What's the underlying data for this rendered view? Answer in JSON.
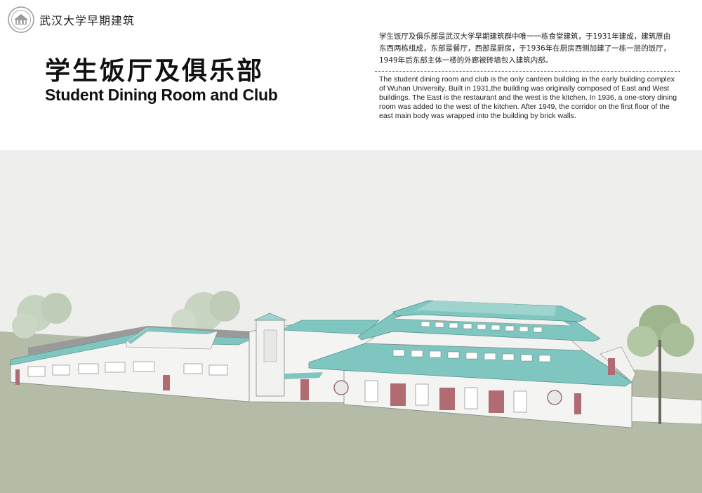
{
  "header": {
    "title": "武汉大学早期建筑"
  },
  "page": {
    "title_cn": "学生饭厅及俱乐部",
    "title_en": "Student Dining Room and Club"
  },
  "description": {
    "cn": "学生饭厅及俱乐部是武汉大学早期建筑群中唯一一栋食堂建筑，于1931年建成，建筑原由东西两栋组成，东部是餐厅，西部是厨房，于1936年在厨房西侧加建了一栋一层的饭厅，1949年后东部主体一楼的外廊被砖墙包入建筑内部。",
    "en": "The student dining room and club is the only canteen building in the early building complex of Wuhan University. Built in 1931,the building was originally composed of East and West buildings. The East is the restaurant and the west is the kitchen. In 1936, a one-story dining room was added to the west of the kitchen. After 1949, the corridor on the first floor of the east main body was wrapped into the building by brick walls."
  },
  "colors": {
    "roof": "#7fc6c0",
    "roof_dark": "#5aa8a1",
    "wall": "#f4f4f2",
    "door": "#b06b73",
    "ground": "#b4bca8",
    "sky": "#eeeeec"
  }
}
